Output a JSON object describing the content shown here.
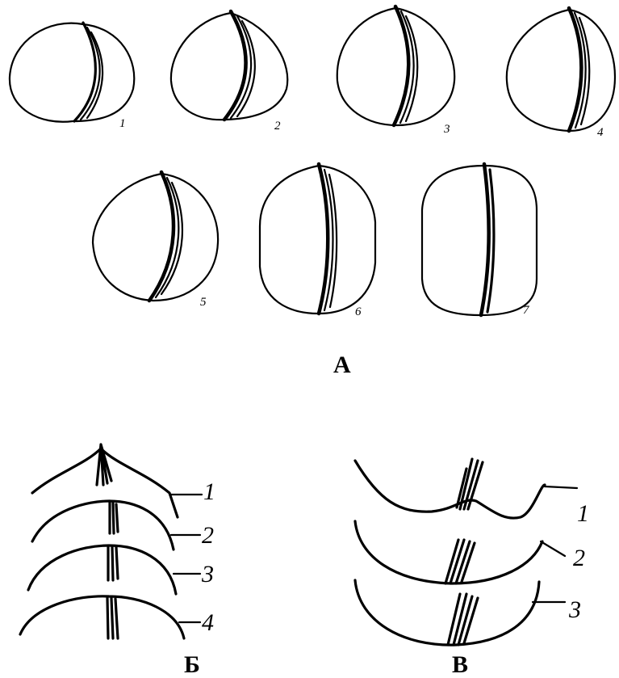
{
  "panels": {
    "a": {
      "label": "А",
      "items": [
        "1",
        "2",
        "3",
        "4",
        "5",
        "6",
        "7"
      ]
    },
    "b": {
      "label": "Б",
      "items": [
        "1",
        "2",
        "3",
        "4"
      ]
    },
    "v": {
      "label": "В",
      "items": [
        "1",
        "2",
        "3"
      ]
    }
  }
}
